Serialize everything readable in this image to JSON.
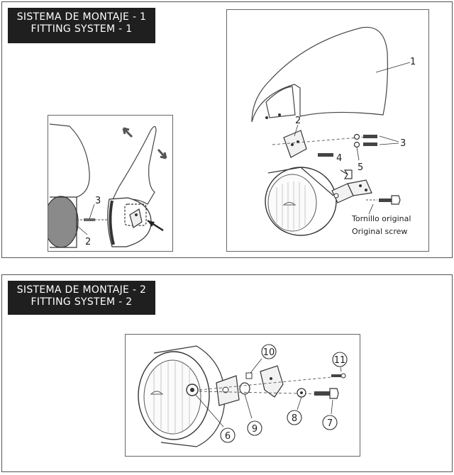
{
  "section1": {
    "title_es": "SISTEMA DE MONTAJE - 1",
    "title_en": "FITTING SYSTEM - 1",
    "left_figure": {
      "label_3": "3",
      "label_2": "2"
    },
    "right_figure": {
      "label_1": "1",
      "label_2": "2",
      "label_3": "3",
      "label_4": "4",
      "label_5": "5",
      "caption_es": "Tornillo original",
      "caption_en": "Original screw"
    }
  },
  "section2": {
    "title_es": "SISTEMA DE MONTAJE - 2",
    "title_en": "FITTING SYSTEM - 2",
    "figure": {
      "label_6": "6",
      "label_7": "7",
      "label_8": "8",
      "label_9": "9",
      "label_10": "10",
      "label_11": "11"
    }
  }
}
